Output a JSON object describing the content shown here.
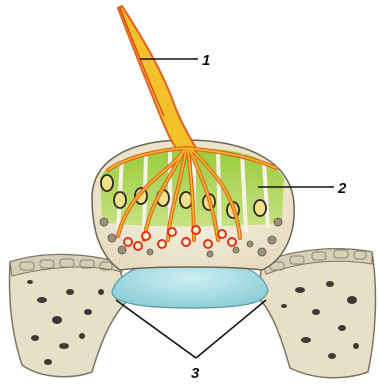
{
  "labels": {
    "one": "1",
    "two": "2",
    "three": "3"
  },
  "colors": {
    "background": "#ffffff",
    "nerve_fiber": "#f2c12c",
    "nerve_outline": "#e2621c",
    "capsule": "#f6f0dc",
    "receptor_cell": "#a6d63a",
    "nucleus": "#f1e08a",
    "cavity": "#a9dfe6",
    "epithelium": "#e8e1c8",
    "red_endings": "#e2301c"
  }
}
